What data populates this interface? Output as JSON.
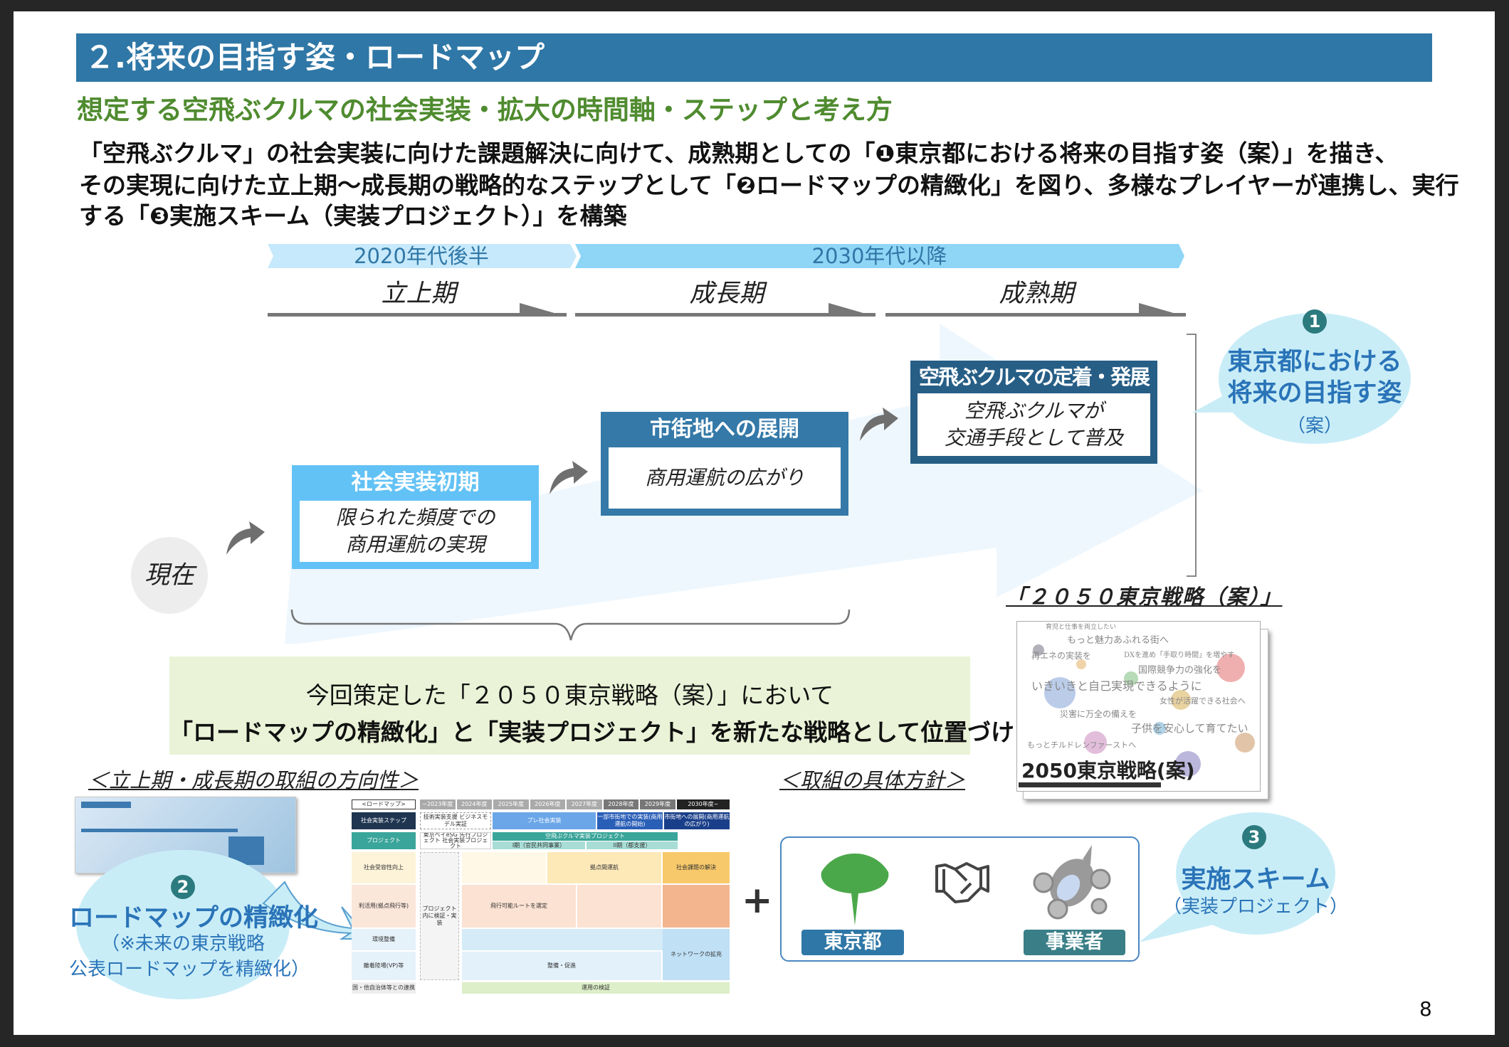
{
  "header": {
    "title": "２.将来の目指す姿・ロードマップ",
    "subtitle": "想定する空飛ぶクルマの社会実装・拡大の時間軸・ステップと考え方"
  },
  "intro": {
    "lines": [
      "「空飛ぶクルマ」の社会実装に向けた課題解決に向けて、成熟期としての「❶東京都における将来の目指す姿（案）」を描き、",
      "その実現に向けた立上期〜成長期の戦略的なステップとして「❷ロードマップの精緻化」を図り、多様なプレイヤーが連携し、実行",
      "する「❸実施スキーム（実装プロジェクト）」を構築"
    ]
  },
  "timeline": {
    "eras": [
      "2020年代後半",
      "2030年代以降"
    ],
    "phases": [
      "立上期",
      "成長期",
      "成熟期"
    ],
    "now": "現在"
  },
  "steps": [
    {
      "title": "社会実装初期",
      "desc": [
        "限られた頻度での",
        "商用運航の実現"
      ]
    },
    {
      "title": "市街地への展開",
      "desc": [
        "商用運航の広がり"
      ]
    },
    {
      "title": "空飛ぶクルマの定着・発展",
      "desc": [
        "空飛ぶクルマが",
        "交通手段として普及"
      ]
    }
  ],
  "vision_bubble": {
    "number": "1",
    "lines": [
      "東京都における",
      "将来の目指す姿"
    ],
    "note": "（案）"
  },
  "strategy": {
    "label": "「２０５０東京戦略（案）」",
    "logo": "2050東京戦略(案)",
    "cloud": [
      "もっと魅力あふれる街へ",
      "再エネの実装を",
      "国際競争力の強化を",
      "いきいきと自己実現できるように",
      "女性が活躍できる社会へ",
      "災害に万全の備えを",
      "子供を安心して育てたい",
      "もっとチルドレンファーストへ",
      "育児と仕事を両立したい",
      "DXを進め「手取り時間」を増やす"
    ]
  },
  "summary": {
    "line1": "今回策定した「２０５０東京戦略（案）」において",
    "line2": "「ロードマップの精緻化」と「実装プロジェクト」を新たな戦略として位置づけ"
  },
  "left_section": {
    "label": "＜立上期・成長期の取組の方向性＞",
    "bubble_number": "2",
    "bubble_title": "ロードマップの精緻化",
    "bubble_note1": "（※未来の東京戦略",
    "bubble_note2": "公表ロードマップを精緻化）"
  },
  "roadmap": {
    "corner": "<ロードマップ>",
    "years": [
      "~2023年度",
      "2024年度",
      "2025年度",
      "2026年度",
      "2027年度",
      "2028年度",
      "2029年度",
      "2030年度~"
    ],
    "rows": [
      "社会実装ステップ",
      "プロジェクト",
      "社会受容性向上",
      "利活用(拠点飛行等)",
      "環境整備",
      "離着陸場(VP)等",
      "国・他自治体等との連携"
    ],
    "steps": [
      "技術実装支援 ビジネスモデル実証",
      "プレ社会実装",
      "一部市街地での実装(商用運航の開始)",
      "市街地への展開(商用運航の広がり)"
    ],
    "projects": [
      "東京ベイeSG 先行プロジェクト 社会実装プロジェクト",
      "空飛ぶクルマ実装プロジェクト",
      "I期（官民共同事業）",
      "II期（都支援）"
    ],
    "cells": [
      "飛行可能ルートを選定",
      "拠点間運航",
      "社会課題の解決",
      "プロジェクト内に検証・実装",
      "ネットワークの拡充",
      "整備・促進",
      "運用の検証"
    ]
  },
  "right_section": {
    "label": "＜取組の具体方針＞",
    "plus": "+",
    "partners": [
      "東京都",
      "事業者"
    ],
    "bubble_number": "3",
    "bubble_title": "実施スキーム",
    "bubble_note": "（実装プロジェクト）"
  },
  "footer": {
    "page": "8"
  },
  "colors": {
    "title_bar": "#2f77a6",
    "subtitle": "#4f8b2f",
    "step1": "#63c2f5",
    "step2": "#3479a8",
    "step3": "#275e86",
    "bubble": "#c9edf7"
  }
}
